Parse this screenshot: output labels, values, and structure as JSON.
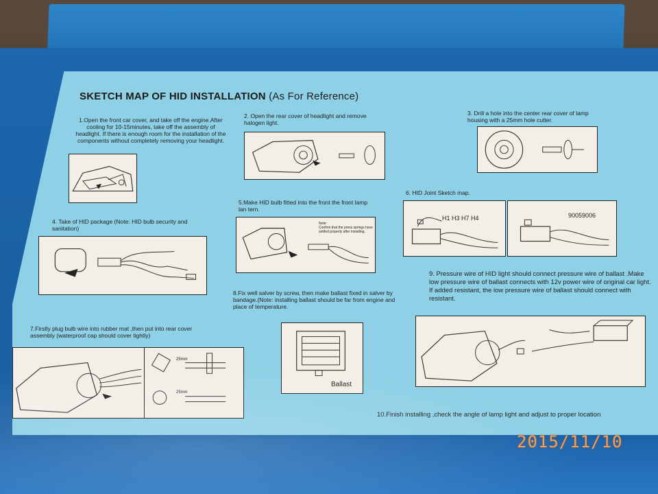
{
  "sheet": {
    "title": "SKETCH MAP OF HID INSTALLATION",
    "title_suffix": "(As For Reference)"
  },
  "steps": {
    "s1": "1.Open the front car cover, and take off the engine.After cooling for 10-15minutes, take off the assembly of headlight. If there is enough room for the installation of the components without completely removing your headlight.",
    "s2": "2. Open the rear cover of headlight and remove halogen light.",
    "s3": "3. Drill a hole into the center rear cover of lamp housing with a 25mm hole cutter.",
    "s4": "4. Take of HID package (Note: HID bulb security and sanitation)",
    "s5": "5.Make HID bulb fitted into the front the front lamp lan tern.",
    "s5_note_title": "Note:",
    "s5_note_body": "Confirm that the press springs have settled properly after installing.",
    "s6": "6.   HID Joint Sketch map.",
    "s6_models_a": "H1 H3 H7 H4",
    "s6_models_b": "90059006",
    "s7": "7.Firstly plug bulb wire into rubber mat ,then put into rear cover assembly (waterproof cap should cover tightly)",
    "s7_dim_a": "25mm",
    "s7_dim_b": "25mm",
    "s8": "8.Fix well salver by screw, then make ballast fixed in salver by bandage.(Note: installing ballast should be far from engine and place of temperature.",
    "s8_ballast": "Ballast",
    "s9": "9. Pressure wire of HID light should connect pressure wire of ballast .Make low pressure wire of ballast connects with 12v power wire of original car light. If added resistant, the low pressure wire of ballast should connect with resistant.",
    "s10": "10.Finish installing ,check the angle of lamp light and adjust to proper location"
  },
  "photo": {
    "date_stamp": "2015/11/10",
    "date_color": "#f2a15c"
  },
  "colors": {
    "box_blue": "#1c67ad",
    "sheet_blue": "#8ed0e6",
    "panel_bg": "#f3eee6"
  }
}
